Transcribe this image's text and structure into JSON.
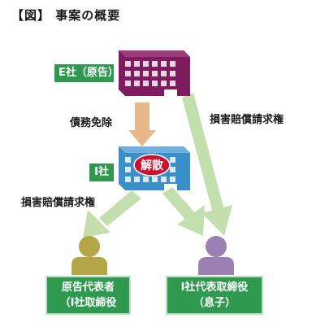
{
  "title": "【図】 事案の概要",
  "nodes": {
    "company_e": {
      "label": "E社（原告）"
    },
    "company_i": {
      "label": "I社",
      "seal": "解散"
    },
    "plaintiff": {
      "line1": "原告代表者",
      "line2": "（I社取締役"
    },
    "director": {
      "line1": "I社代表取締役",
      "line2": "（息子）"
    }
  },
  "edges": {
    "exemption": "債務免除",
    "claim_right": "損害賠償請求権",
    "claim_left": "損害賠償請求権"
  },
  "colors": {
    "building": "#7f1c60",
    "building_i": "#3a8fc8",
    "arrow_orange": "#e8b88a",
    "arrow_green": "#c3dfae",
    "label_green": "#2f9a4f",
    "person_olive": "#b3a646",
    "person_purple": "#9a80b3",
    "seal_red": "#c8122e"
  }
}
